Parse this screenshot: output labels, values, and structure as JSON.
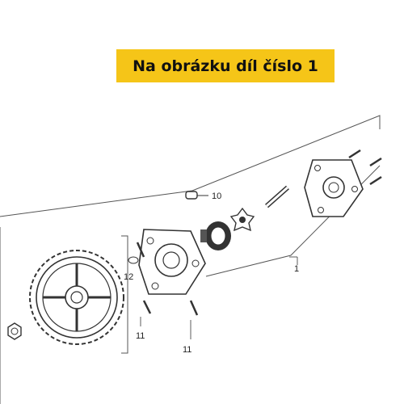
{
  "banner": {
    "text": "Na obrázku díl číslo 1",
    "color": "#f5c518"
  },
  "callouts": [
    {
      "id": "callout-1",
      "text": "1"
    },
    {
      "id": "callout-10",
      "text": "10"
    },
    {
      "id": "callout-12",
      "text": "12"
    },
    {
      "id": "callout-11a",
      "text": "11"
    },
    {
      "id": "callout-11b",
      "text": "11"
    }
  ],
  "icons": [
    "sprocket-icon",
    "oil-pump-body-icon",
    "pump-cover-icon",
    "rotor-gear-icon",
    "bolt-icon",
    "nut-icon"
  ]
}
